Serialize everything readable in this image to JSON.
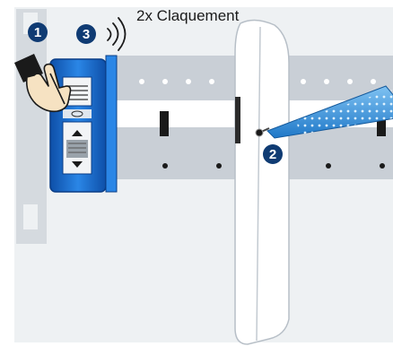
{
  "caption": "2x Claquement",
  "steps": {
    "one": "1",
    "two": "2",
    "three": "3"
  },
  "colors": {
    "step_badge": "#0f3b73",
    "device_blue": "#1f6fd0",
    "rail_gray": "#c9cfd6",
    "panel_gray": "#eef1f3"
  },
  "icons": {
    "hand": "pointing-hand-icon",
    "sound": "sound-waves-icon",
    "tool": "screwdriver-icon"
  }
}
